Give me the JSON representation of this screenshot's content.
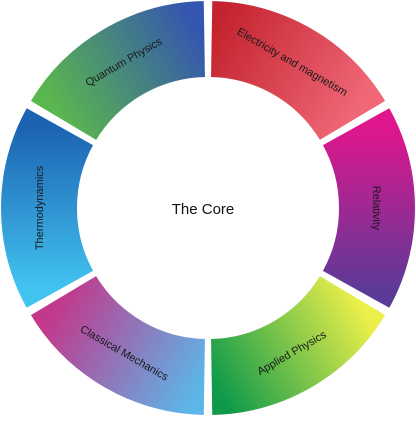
{
  "center": {
    "label": "The Core"
  },
  "segments": [
    {
      "id": "electricity-and-magnetism",
      "label": "Electricity and magnetism",
      "colors": [
        "#c4242f",
        "#f06878"
      ]
    },
    {
      "id": "relativity",
      "label": "Relativity",
      "colors": [
        "#e0168c",
        "#5c3a98"
      ]
    },
    {
      "id": "applied-physics",
      "label": "Applied Physics",
      "colors": [
        "#eaef4a",
        "#0e9a4a"
      ]
    },
    {
      "id": "classical-mechanics",
      "label": "Classical Mechanics",
      "colors": [
        "#5cb6e8",
        "#c2388c"
      ]
    },
    {
      "id": "thermodynamics",
      "label": "Thermodynamics",
      "colors": [
        "#42c4f0",
        "#1c62b2"
      ]
    },
    {
      "id": "quantum-physics",
      "label": "Quantum Physics",
      "colors": [
        "#5ab64e",
        "#3455b0"
      ]
    }
  ]
}
